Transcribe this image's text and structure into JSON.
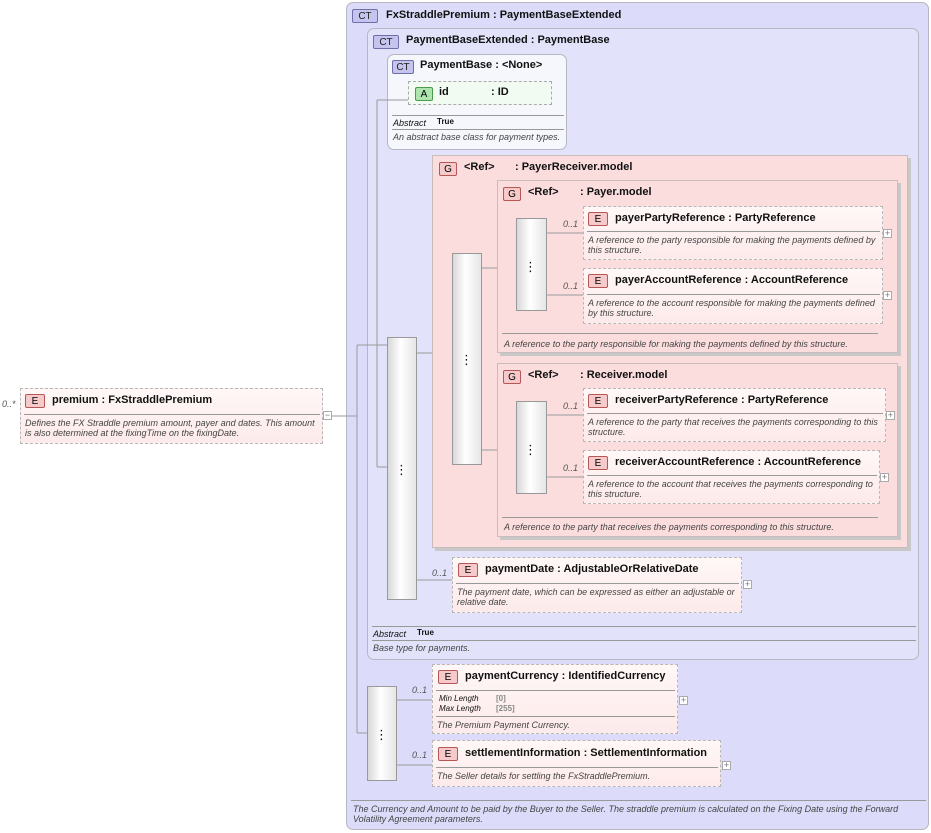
{
  "root": {
    "card": "0..*",
    "badge": "E",
    "title": "premium",
    "type": ": FxStraddlePremium",
    "doc": "Defines the FX Straddle premium amount, payer and dates. This amount is also determined at the fixingTime on the fixingDate.",
    "toggle": "−"
  },
  "outer": {
    "badge": "CT",
    "title": "FxStraddlePremium",
    "type": ": PaymentBaseExtended",
    "doc": "The Currency and Amount to be paid by the Buyer to the Seller. The straddle premium is calculated on the Fixing Date using the Forward Volatility Agreement parameters."
  },
  "extended": {
    "badge": "CT",
    "title": "PaymentBaseExtended",
    "type": ": PaymentBase",
    "abstract_label": "Abstract",
    "abstract_value": "True",
    "doc": "Base type for payments."
  },
  "base": {
    "badge": "CT",
    "title": "PaymentBase",
    "type": ": <None>",
    "attr_badge": "A",
    "attr_name": "id",
    "attr_type": ": ID",
    "abstract_label": "Abstract",
    "abstract_value": "True",
    "doc": "An abstract base class for payment types."
  },
  "payer_receiver": {
    "badge": "G",
    "ref": "<Ref>",
    "type": ": PayerReceiver.model"
  },
  "payer_model": {
    "badge": "G",
    "ref": "<Ref>",
    "type": ": Payer.model",
    "doc": "A reference to the party responsible for making the payments defined by this structure."
  },
  "receiver_model": {
    "badge": "G",
    "ref": "<Ref>",
    "type": ": Receiver.model",
    "doc": "A reference to the party that receives the payments corresponding to this structure."
  },
  "elements": {
    "payerPartyReference": {
      "card": "0..1",
      "badge": "E",
      "name": "payerPartyReference",
      "type": ": PartyReference",
      "doc": "A reference to the party responsible for making the payments defined by this structure.",
      "toggle": "+"
    },
    "payerAccountReference": {
      "card": "0..1",
      "badge": "E",
      "name": "payerAccountReference",
      "type": ": AccountReference",
      "doc": "A reference to the account responsible for making the payments defined by this structure.",
      "toggle": "+"
    },
    "receiverPartyReference": {
      "card": "0..1",
      "badge": "E",
      "name": "receiverPartyReference",
      "type": ": PartyReference",
      "doc": "A reference to the party that receives the payments corresponding to this structure.",
      "toggle": "+"
    },
    "receiverAccountReference": {
      "card": "0..1",
      "badge": "E",
      "name": "receiverAccountReference",
      "type": ": AccountReference",
      "doc": "A reference to the account that receives the payments corresponding to this structure.",
      "toggle": "+"
    },
    "paymentDate": {
      "card": "0..1",
      "badge": "E",
      "name": "paymentDate",
      "type": ": AdjustableOrRelativeDate",
      "doc": "The payment date, which can be expressed as either an adjustable or relative date.",
      "toggle": "+"
    },
    "paymentCurrency": {
      "card": "0..1",
      "badge": "E",
      "name": "paymentCurrency",
      "type": ": IdentifiedCurrency",
      "min_label": "Min Length",
      "min_value": "[0]",
      "max_label": "Max Length",
      "max_value": "[255]",
      "doc": "The Premium Payment Currency.",
      "toggle": "+"
    },
    "settlementInformation": {
      "card": "0..1",
      "badge": "E",
      "name": "settlementInformation",
      "type": ": SettlementInformation",
      "doc": "The Seller details for settling the FxStraddlePremium.",
      "toggle": "+"
    }
  }
}
